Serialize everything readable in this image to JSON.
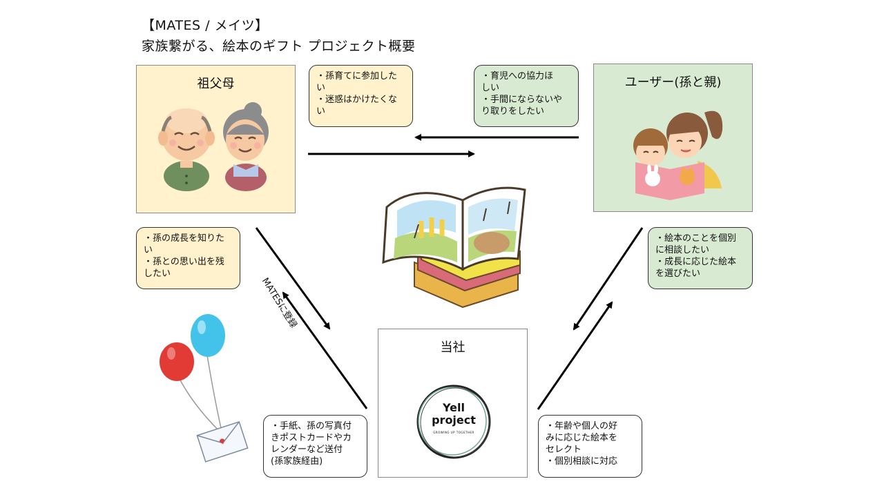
{
  "title": {
    "line1": "【MATES / メイツ】",
    "line2": "家族繋がる、絵本のギフト  プロジェクト概要"
  },
  "panels": {
    "grandparents": "祖父母",
    "users": "ユーザー(孫と親)",
    "company": "当社"
  },
  "notes": {
    "grandparents_want": [
      "・孫育てに参加した",
      "い",
      "・迷惑はかけたくな",
      "い"
    ],
    "users_want": [
      "・育児への協力ほ",
      "しい",
      "・手間にならないや",
      "り取りをしたい"
    ],
    "grandparents_wish": [
      "・孫の成長を知りた",
      "い",
      "・孫との思い出を残",
      "したい"
    ],
    "users_wish": [
      "・絵本のことを個別",
      "に相談したい",
      "・成長に応じた絵本",
      "を選びたい"
    ],
    "company_to_grandparents": [
      "・手紙、孫の写真付",
      "きポストカードやカ",
      "レンダーなど送付",
      "(孫家族経由)"
    ],
    "company_to_users": [
      "・年齢や個人の好",
      "みに応じた絵本を",
      "セレクト",
      "・個別相談に対応"
    ]
  },
  "labels": {
    "register": "MATESに登録"
  },
  "logo": {
    "line1": "Yell",
    "line2": "project",
    "tagline": "GROWING UP TOGETHER"
  }
}
